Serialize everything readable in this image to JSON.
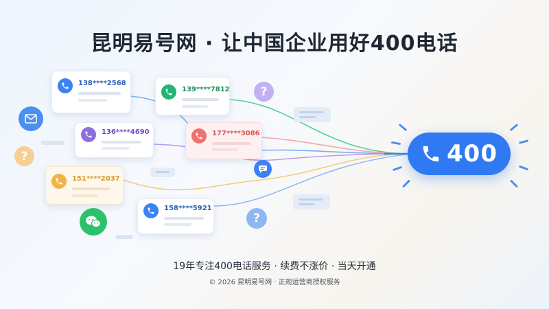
{
  "title": "昆明易号网 · 让中国企业用好400电话",
  "hub": {
    "label": "400",
    "color": "#2f7af2"
  },
  "cards": [
    {
      "number": "138****2568",
      "color": "#3b82f6"
    },
    {
      "number": "139****7812",
      "color": "#22b573"
    },
    {
      "number": "136****4690",
      "color": "#8b6fe0"
    },
    {
      "number": "177****3086",
      "color": "#f07070"
    },
    {
      "number": "151****2037",
      "color": "#f0b545"
    },
    {
      "number": "158****5921",
      "color": "#3b82f6"
    }
  ],
  "tagline": "19年专注400电话服务 · 续费不涨价 · 当天开通",
  "footer": "© 2026 昆明易号网 · 正规运营商授权服务"
}
